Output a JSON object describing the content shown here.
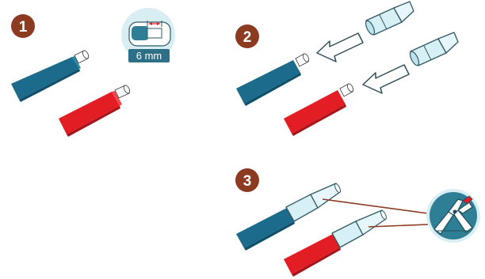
{
  "steps": [
    {
      "number": "1"
    },
    {
      "number": "2"
    },
    {
      "number": "3"
    }
  ],
  "strip_length_badge": {
    "text": "6 mm"
  },
  "colors": {
    "badge": "#8c3a20",
    "blue_wire": "#1d6b8c",
    "blue_wire_dark": "#0e4f6b",
    "red_wire": "#e21d24",
    "red_wire_dark": "#a8141a",
    "ferrule": "#d6f0f6",
    "ferrule_outline": "#2f5a66",
    "arrow_fill": "#ffffff",
    "arrow_outline": "#2f4f57",
    "callout_line": "#8c3a20",
    "icon_bg": "#2e7f95",
    "label_bg": "#2c6f86"
  }
}
